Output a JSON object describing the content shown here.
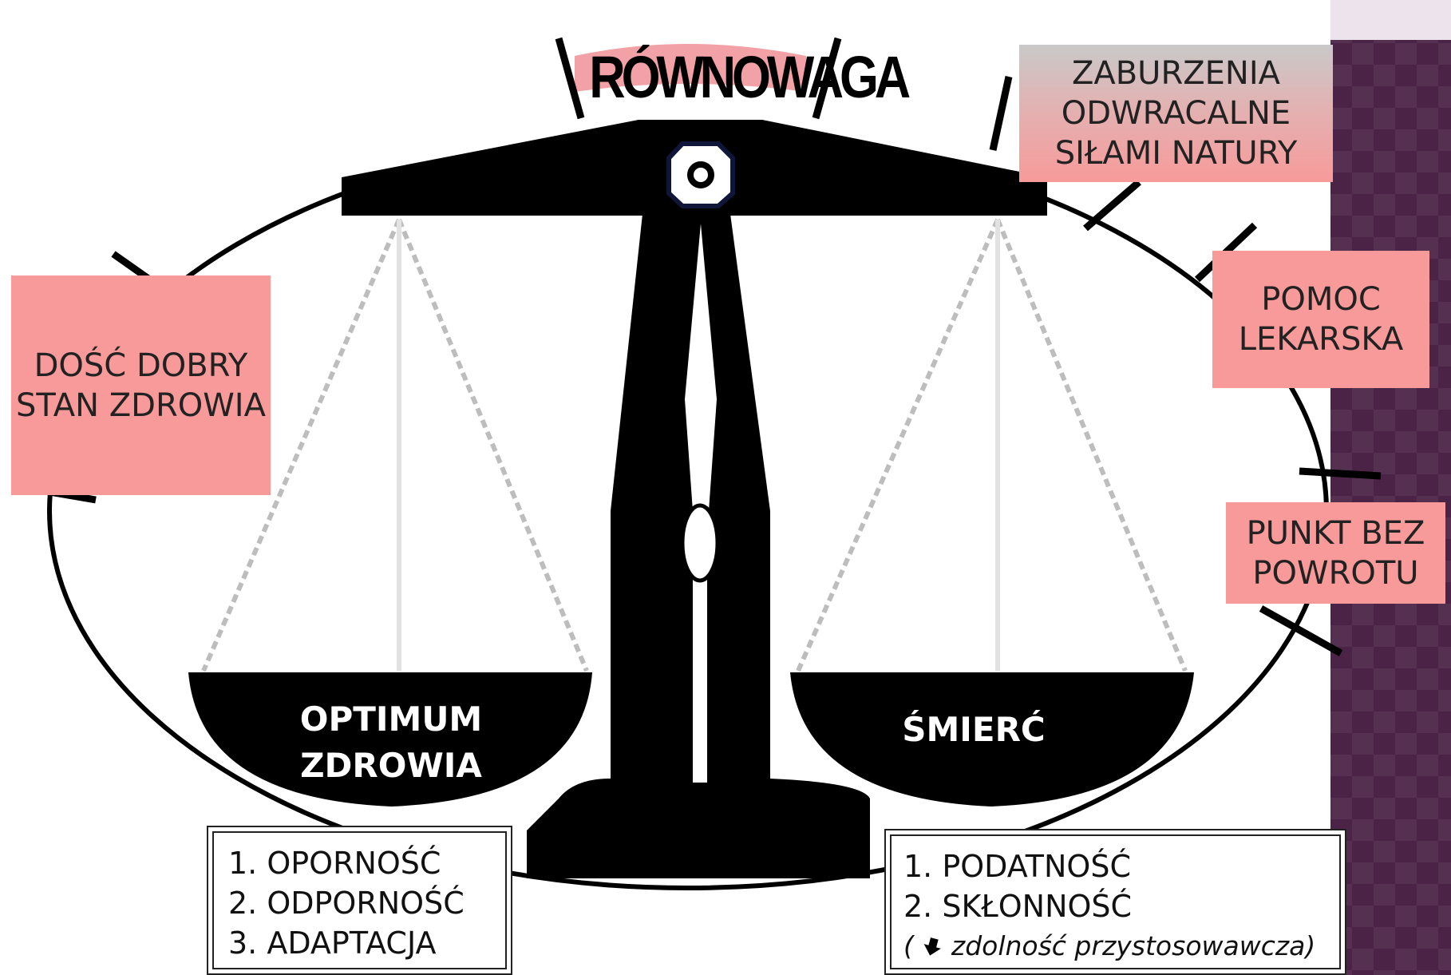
{
  "diagram": {
    "title": "RÓWNOWAGA",
    "labels": {
      "good_health": "DOŚĆ DOBRY\nSTAN ZDROWIA",
      "reversible_disorders": "ZABURZENIA\nODWRACALNE\nSIŁAMI NATURY",
      "medical_help": "POMOC\nLEKARSKA",
      "point_of_no_return": "PUNKT BEZ\nPOWROTU"
    },
    "pans": {
      "left": "OPTIMUM\nZDROWIA",
      "right": "ŚMIERĆ"
    },
    "left_list": {
      "items": [
        "1. OPORNOŚĆ",
        "2. ODPORNOŚĆ",
        "3. ADAPTACJA"
      ]
    },
    "right_list": {
      "items": [
        "1. PODATNOŚĆ",
        "2. SKŁONNOŚĆ"
      ],
      "note_open": "(",
      "note_icon": "down-arrow-icon",
      "note_text": "zdolność przystosowawcza)"
    },
    "colors": {
      "label_fill": "#f89a9a",
      "side_panel": "#4a2346",
      "scale": "#000000"
    }
  }
}
